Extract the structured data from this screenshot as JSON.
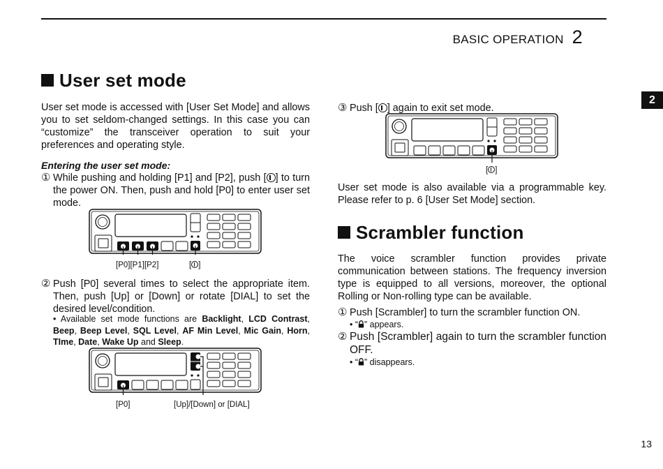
{
  "header": {
    "section_title": "BASIC OPERATION",
    "section_number": "2",
    "tab_label": "2"
  },
  "page_number": "13",
  "left": {
    "heading": "User set mode",
    "intro": "User set mode is accessed with [User Set Mode] and allows you to set seldom-changed settings. In this case you can “customize” the transceiver operation to suit your preferences and operating style.",
    "subheading": "Entering the user set mode:",
    "step1_marker": "①",
    "step1_a": "While pushing and holding [P1] and [P2], push [",
    "step1_b": "] to turn the power ON. Then, push and hold [P0] to enter user set mode.",
    "fig1_labels": {
      "p0": "[P0]",
      "p1": "[P1]",
      "p2": "[P2]",
      "pwr_open": "[",
      "pwr_close": "]"
    },
    "step2_marker": "②",
    "step2": "Push [P0] several times to select the appropriate item. Then, push [Up] or [Down] or rotate [DIAL] to set the desired level/condition.",
    "bullet_prefix": "• Available set mode functions are ",
    "functions": [
      "Backlight",
      "LCD Contrast",
      "Beep",
      "Beep Level",
      "SQL Level",
      "AF Min Level",
      "Mic Gain",
      "Horn",
      "TIme",
      "Date",
      "Wake Up",
      "Sleep"
    ],
    "sep": ", ",
    "and_word": " and ",
    "period": ".",
    "fig2_labels": {
      "p0": "[P0]",
      "updown": "[Up]/[Down] or [DIAL]"
    }
  },
  "right": {
    "step3_marker": "③",
    "step3_a": "Push [",
    "step3_b": "] again to exit set mode.",
    "fig3_labels": {
      "pwr_open": "[",
      "pwr_close": "]"
    },
    "note": "User set mode is also available via a programmable key. Please refer to p. 6 [User Set Mode] section.",
    "heading2": "Scrambler function",
    "intro2": "The voice scrambler function provides private communication between stations. The frequency inversion type is equipped to all versions, moreover, the optional Rolling or Non-rolling type can be available.",
    "s1_marker": "①",
    "s1": "Push [Scrambler] to turn the scrambler function ON.",
    "s1_bullet_a": "• “",
    "s1_bullet_b": "” appears.",
    "s2_marker": "②",
    "s2": "Push [Scrambler] again to turn the scrambler function OFF.",
    "s2_bullet_a": "• “",
    "s2_bullet_b": "” disappears."
  }
}
